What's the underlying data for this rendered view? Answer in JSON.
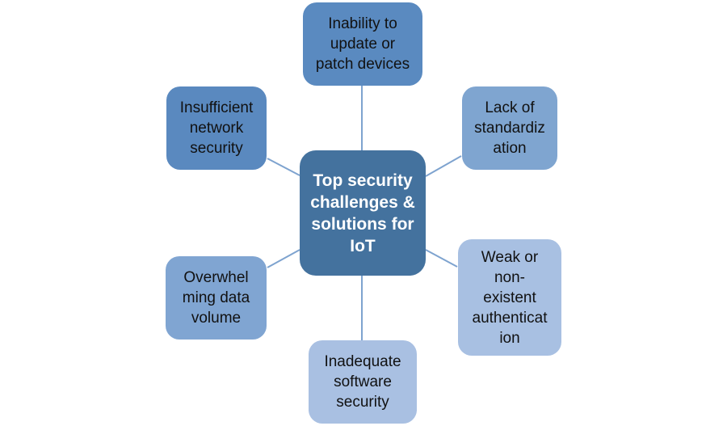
{
  "diagram": {
    "center": {
      "label": "Top security\nchallenges &\nsolutions for\nIoT",
      "color": "#44729e"
    },
    "nodes": [
      {
        "id": "update",
        "label": "Inability to\nupdate or\npatch devices",
        "color": "#5a8ac0"
      },
      {
        "id": "standardization",
        "label": "Lack of\nstandardiz\nation",
        "color": "#7fa5d0"
      },
      {
        "id": "authentication",
        "label": "Weak or\nnon-\nexistent\nauthenticat\nion",
        "color": "#a8c0e2"
      },
      {
        "id": "software",
        "label": "Inadequate\nsoftware\nsecurity",
        "color": "#a9c0e2"
      },
      {
        "id": "data-volume",
        "label": "Overwhel\nming data\nvolume",
        "color": "#80a5d2"
      },
      {
        "id": "network",
        "label": "Insufficient\nnetwork\nsecurity",
        "color": "#5a89bf"
      }
    ],
    "connector_color": "#7ea3cf"
  }
}
